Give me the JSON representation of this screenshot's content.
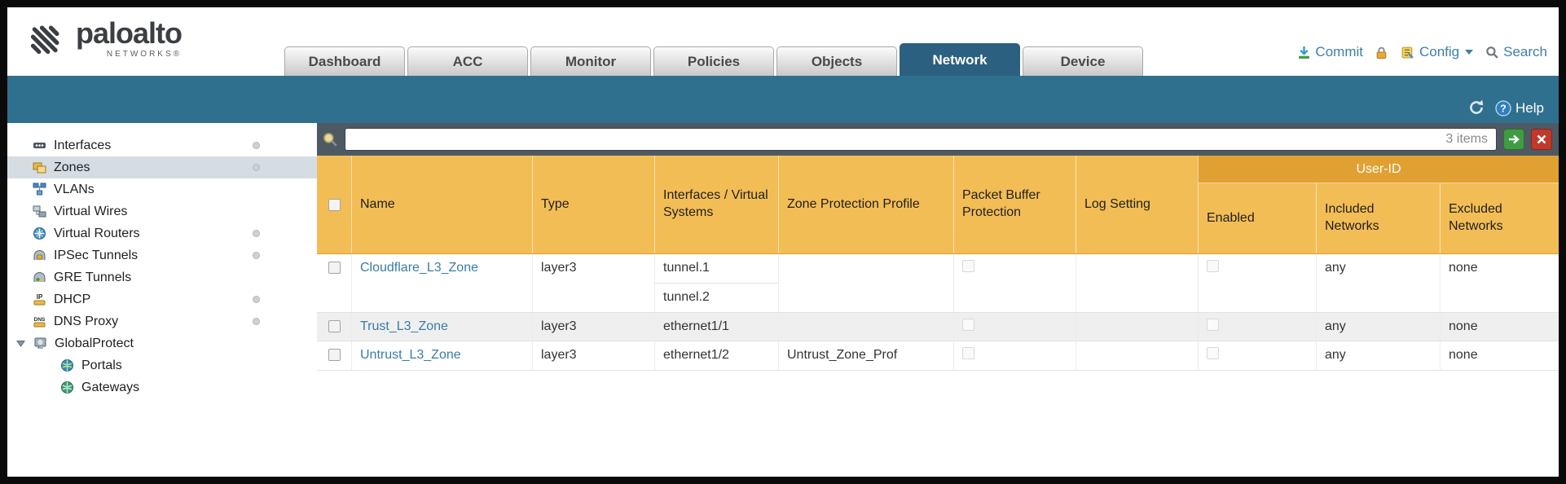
{
  "theme": {
    "header_orange": "#f3bd56",
    "group_orange": "#e0a132",
    "teal_bar": "#30708f",
    "active_tab": "#2b6080",
    "link_color": "#3a7ca4"
  },
  "header": {
    "brand": {
      "name": "paloalto",
      "sub": "NETWORKS®"
    },
    "tabs": [
      {
        "label": "Dashboard",
        "active": false
      },
      {
        "label": "ACC",
        "active": false
      },
      {
        "label": "Monitor",
        "active": false
      },
      {
        "label": "Policies",
        "active": false
      },
      {
        "label": "Objects",
        "active": false
      },
      {
        "label": "Network",
        "active": true
      },
      {
        "label": "Device",
        "active": false
      }
    ],
    "actions": {
      "commit": "Commit",
      "config": "Config",
      "search": "Search"
    }
  },
  "toolbar": {
    "help": "Help"
  },
  "sidebar": {
    "items": [
      {
        "label": "Interfaces"
      },
      {
        "label": "Zones"
      },
      {
        "label": "VLANs"
      },
      {
        "label": "Virtual Wires"
      },
      {
        "label": "Virtual Routers"
      },
      {
        "label": "IPSec Tunnels"
      },
      {
        "label": "GRE Tunnels"
      },
      {
        "label": "DHCP"
      },
      {
        "label": "DNS Proxy"
      },
      {
        "label": "GlobalProtect"
      },
      {
        "label": "Portals"
      },
      {
        "label": "Gateways"
      }
    ],
    "selected": "Zones"
  },
  "filter": {
    "count": "3 items",
    "query": ""
  },
  "table": {
    "group_header": "User-ID",
    "columns": [
      "Name",
      "Type",
      "Interfaces / Virtual Systems",
      "Zone Protection Profile",
      "Packet Buffer Protection",
      "Log Setting",
      "Enabled",
      "Included Networks",
      "Excluded Networks"
    ],
    "rows": [
      {
        "name": "Cloudflare_L3_Zone",
        "type": "layer3",
        "interface1": "tunnel.1",
        "interface2": "tunnel.2",
        "zone_protection_profile": "",
        "log_setting": "",
        "included_networks": "any",
        "excluded_networks": "none"
      },
      {
        "name": "Trust_L3_Zone",
        "type": "layer3",
        "interface1": "ethernet1/1",
        "zone_protection_profile": "",
        "log_setting": "",
        "included_networks": "any",
        "excluded_networks": "none"
      },
      {
        "name": "Untrust_L3_Zone",
        "type": "layer3",
        "interface1": "ethernet1/2",
        "zone_protection_profile": "Untrust_Zone_Prof",
        "log_setting": "",
        "included_networks": "any",
        "excluded_networks": "none"
      }
    ]
  }
}
